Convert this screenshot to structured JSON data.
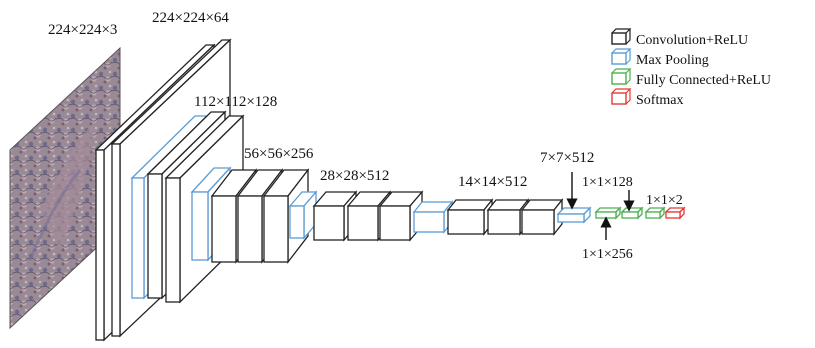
{
  "labels": {
    "input": "224×224×3",
    "conv1": "224×224×64",
    "conv2": "112×112×128",
    "conv3": "56×56×256",
    "conv4": "28×28×512",
    "conv5": "14×14×512",
    "pool5": "7×7×512",
    "fc1": "1×1×256",
    "fc2": "1×1×128",
    "out": "1×1×2"
  },
  "legend": [
    {
      "label": "Convolution+ReLU",
      "color": "#222222"
    },
    {
      "label": "Max Pooling",
      "color": "#5b9bd5"
    },
    {
      "label": "Fully Connected+ReLU",
      "color": "#4caf50"
    },
    {
      "label": "Softmax",
      "color": "#e53935"
    }
  ],
  "colors": {
    "conv": "#222222",
    "pool": "#5b9bd5",
    "fc": "#4caf50",
    "softmax": "#e53935",
    "image_base": "#8c7a86"
  }
}
